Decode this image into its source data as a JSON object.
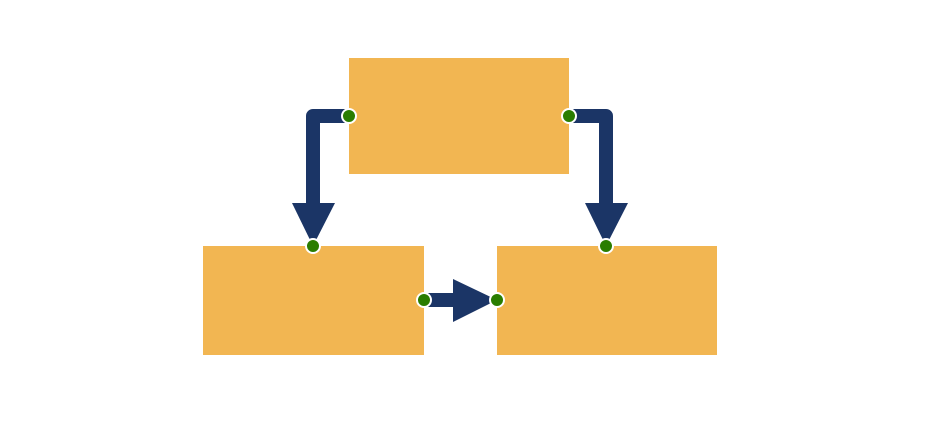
{
  "diagram": {
    "colors": {
      "box_fill": "#f2b652",
      "arrow": "#1b3566",
      "connector_dot": "#2a7d00",
      "connector_dot_border": "#ffffff"
    },
    "nodes": [
      {
        "id": "top",
        "label": ""
      },
      {
        "id": "bottom-left",
        "label": ""
      },
      {
        "id": "bottom-right",
        "label": ""
      }
    ],
    "edges": [
      {
        "from": "top",
        "to": "bottom-left",
        "style": "elbow"
      },
      {
        "from": "top",
        "to": "bottom-right",
        "style": "elbow"
      },
      {
        "from": "bottom-left",
        "to": "bottom-right",
        "style": "straight"
      }
    ]
  }
}
